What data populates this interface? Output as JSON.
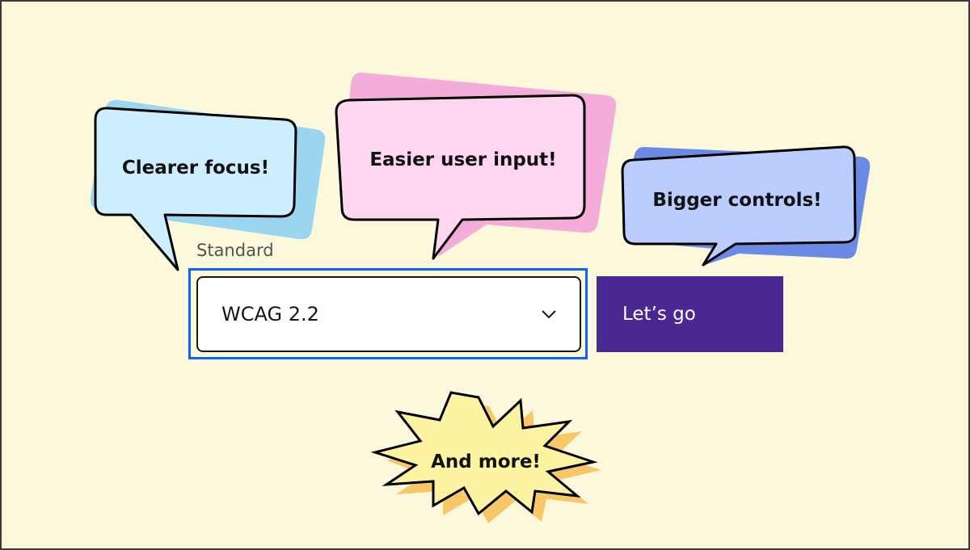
{
  "bubbles": {
    "focus": "Clearer focus!",
    "input": "Easier user input!",
    "controls": "Bigger controls!",
    "more": "And more!"
  },
  "form": {
    "label": "Standard",
    "selected_value": "WCAG 2.2",
    "button_label": "Let’s go"
  },
  "colors": {
    "background": "#fcf8dc",
    "focus_ring": "#0f62fe",
    "button": "#4a2891",
    "bubble_blue": "#cdeefe",
    "bubble_blue_shadow": "#9bd6f1",
    "bubble_pink": "#fed6ef",
    "bubble_pink_shadow": "#f4addb",
    "bubble_indigo": "#bbccff",
    "bubble_indigo_shadow": "#6b8ae6",
    "burst_yellow": "#fdf3a3",
    "burst_shadow": "#f7c768"
  },
  "icons": {
    "select_chevron": "chevron-down-icon"
  }
}
